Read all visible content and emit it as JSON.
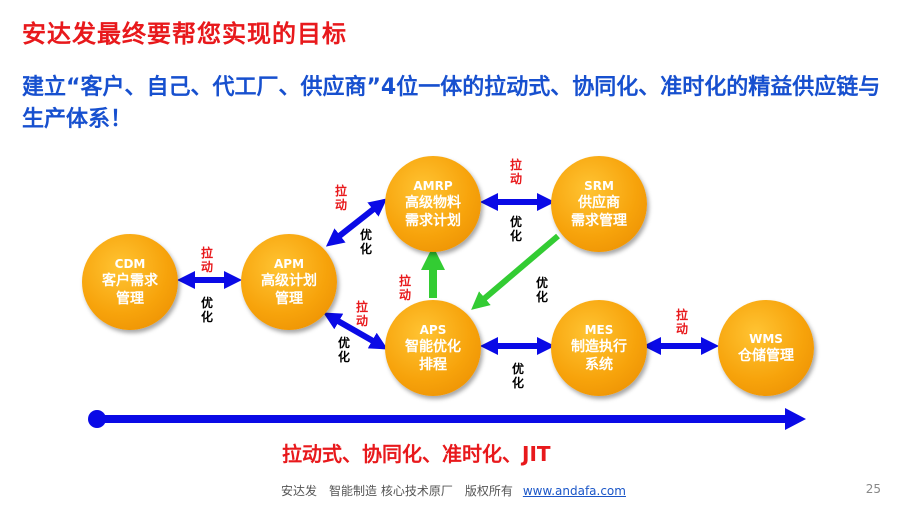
{
  "title": "安达发最终要帮您实现的目标",
  "subtitle": "建立“客户、自己、代工厂、供应商”4位一体的拉动式、协同化、准时化的精益供应链与生产体系！",
  "nodes": {
    "cdm": {
      "code": "CDM",
      "line1": "客户需求",
      "line2": "管理"
    },
    "apm": {
      "code": "APM",
      "line1": "高级计划",
      "line2": "管理"
    },
    "amrp": {
      "code": "AMRP",
      "line1": "高级物料",
      "line2": "需求计划"
    },
    "srm": {
      "code": "SRM",
      "line1": "供应商",
      "line2": "需求管理"
    },
    "aps": {
      "code": "APS",
      "line1": "智能优化",
      "line2": "排程"
    },
    "mes": {
      "code": "MES",
      "line1": "制造执行",
      "line2": "系统"
    },
    "wms": {
      "code": "WMS",
      "line1": "仓储管理",
      "line2": ""
    }
  },
  "labels": {
    "pull": "拉动",
    "optimize": "优化"
  },
  "bottom_label": "拉动式、协同化、准时化、JIT",
  "footer": {
    "text": "安达发　智能制造 核心技术原厂　版权所有",
    "link": "www.andafa.com"
  },
  "page_number": "25",
  "colors": {
    "title": "#e8191c",
    "subtitle": "#1750cf",
    "node": "#f7a30b",
    "arrow_blue": "#0a0ae6",
    "arrow_green": "#33cc33"
  }
}
